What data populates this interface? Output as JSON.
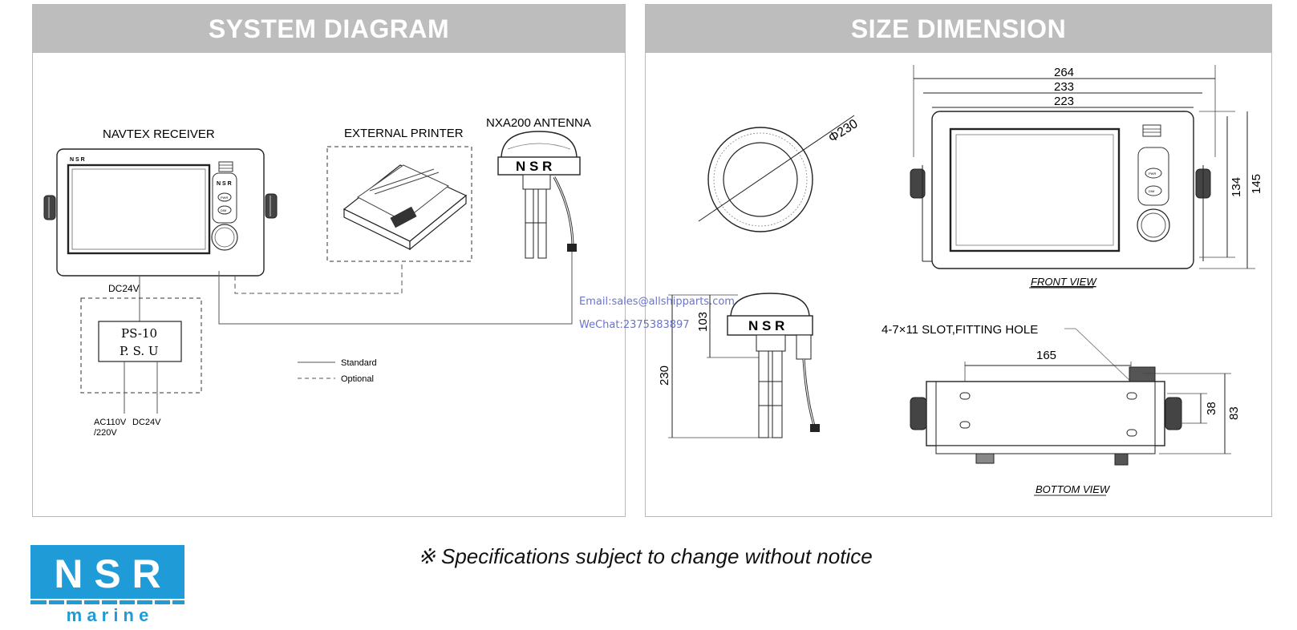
{
  "left_panel": {
    "title": "SYSTEM DIAGRAM",
    "navtex_label": "NAVTEX RECEIVER",
    "printer_label": "EXTERNAL PRINTER",
    "antenna_label": "NXA200 ANTENNA",
    "brand_small": "N S R",
    "antenna_brand": "N S R",
    "btn_pwr": "PWR",
    "btn_dim": "DIM",
    "dc24v_top": "DC24V",
    "psu_line1": "PS-10",
    "psu_line2": "P. S. U",
    "ac_label_1": "AC110V",
    "ac_label_2": "/220V",
    "dc24v_bottom": "DC24V",
    "legend_standard": "Standard",
    "legend_optional": "Optional"
  },
  "right_panel": {
    "title": "SIZE DIMENSION",
    "dim_264": "264",
    "dim_233": "233",
    "dim_223": "223",
    "dim_134": "134",
    "dim_145": "145",
    "diameter": "Φ230",
    "front_view": "FRONT VIEW",
    "bottom_view": "BOTTOM VIEW",
    "dim_103": "103",
    "dim_230": "230",
    "slot_note": "4-7×11  SLOT,FITTING HOLE",
    "dim_165": "165",
    "dim_38": "38",
    "dim_83": "83",
    "antenna_brand": "N S R",
    "btn_pwr": "PWR",
    "btn_dim": "DIM"
  },
  "contact": {
    "email": "Email:sales@allshipparts.com",
    "wechat": "WeChat:2375383897"
  },
  "footer": {
    "note": "※ Specifications subject to change without notice"
  },
  "logo": {
    "letters": "N S R",
    "word": "m a r i n e",
    "color": "#1f9bd7"
  }
}
